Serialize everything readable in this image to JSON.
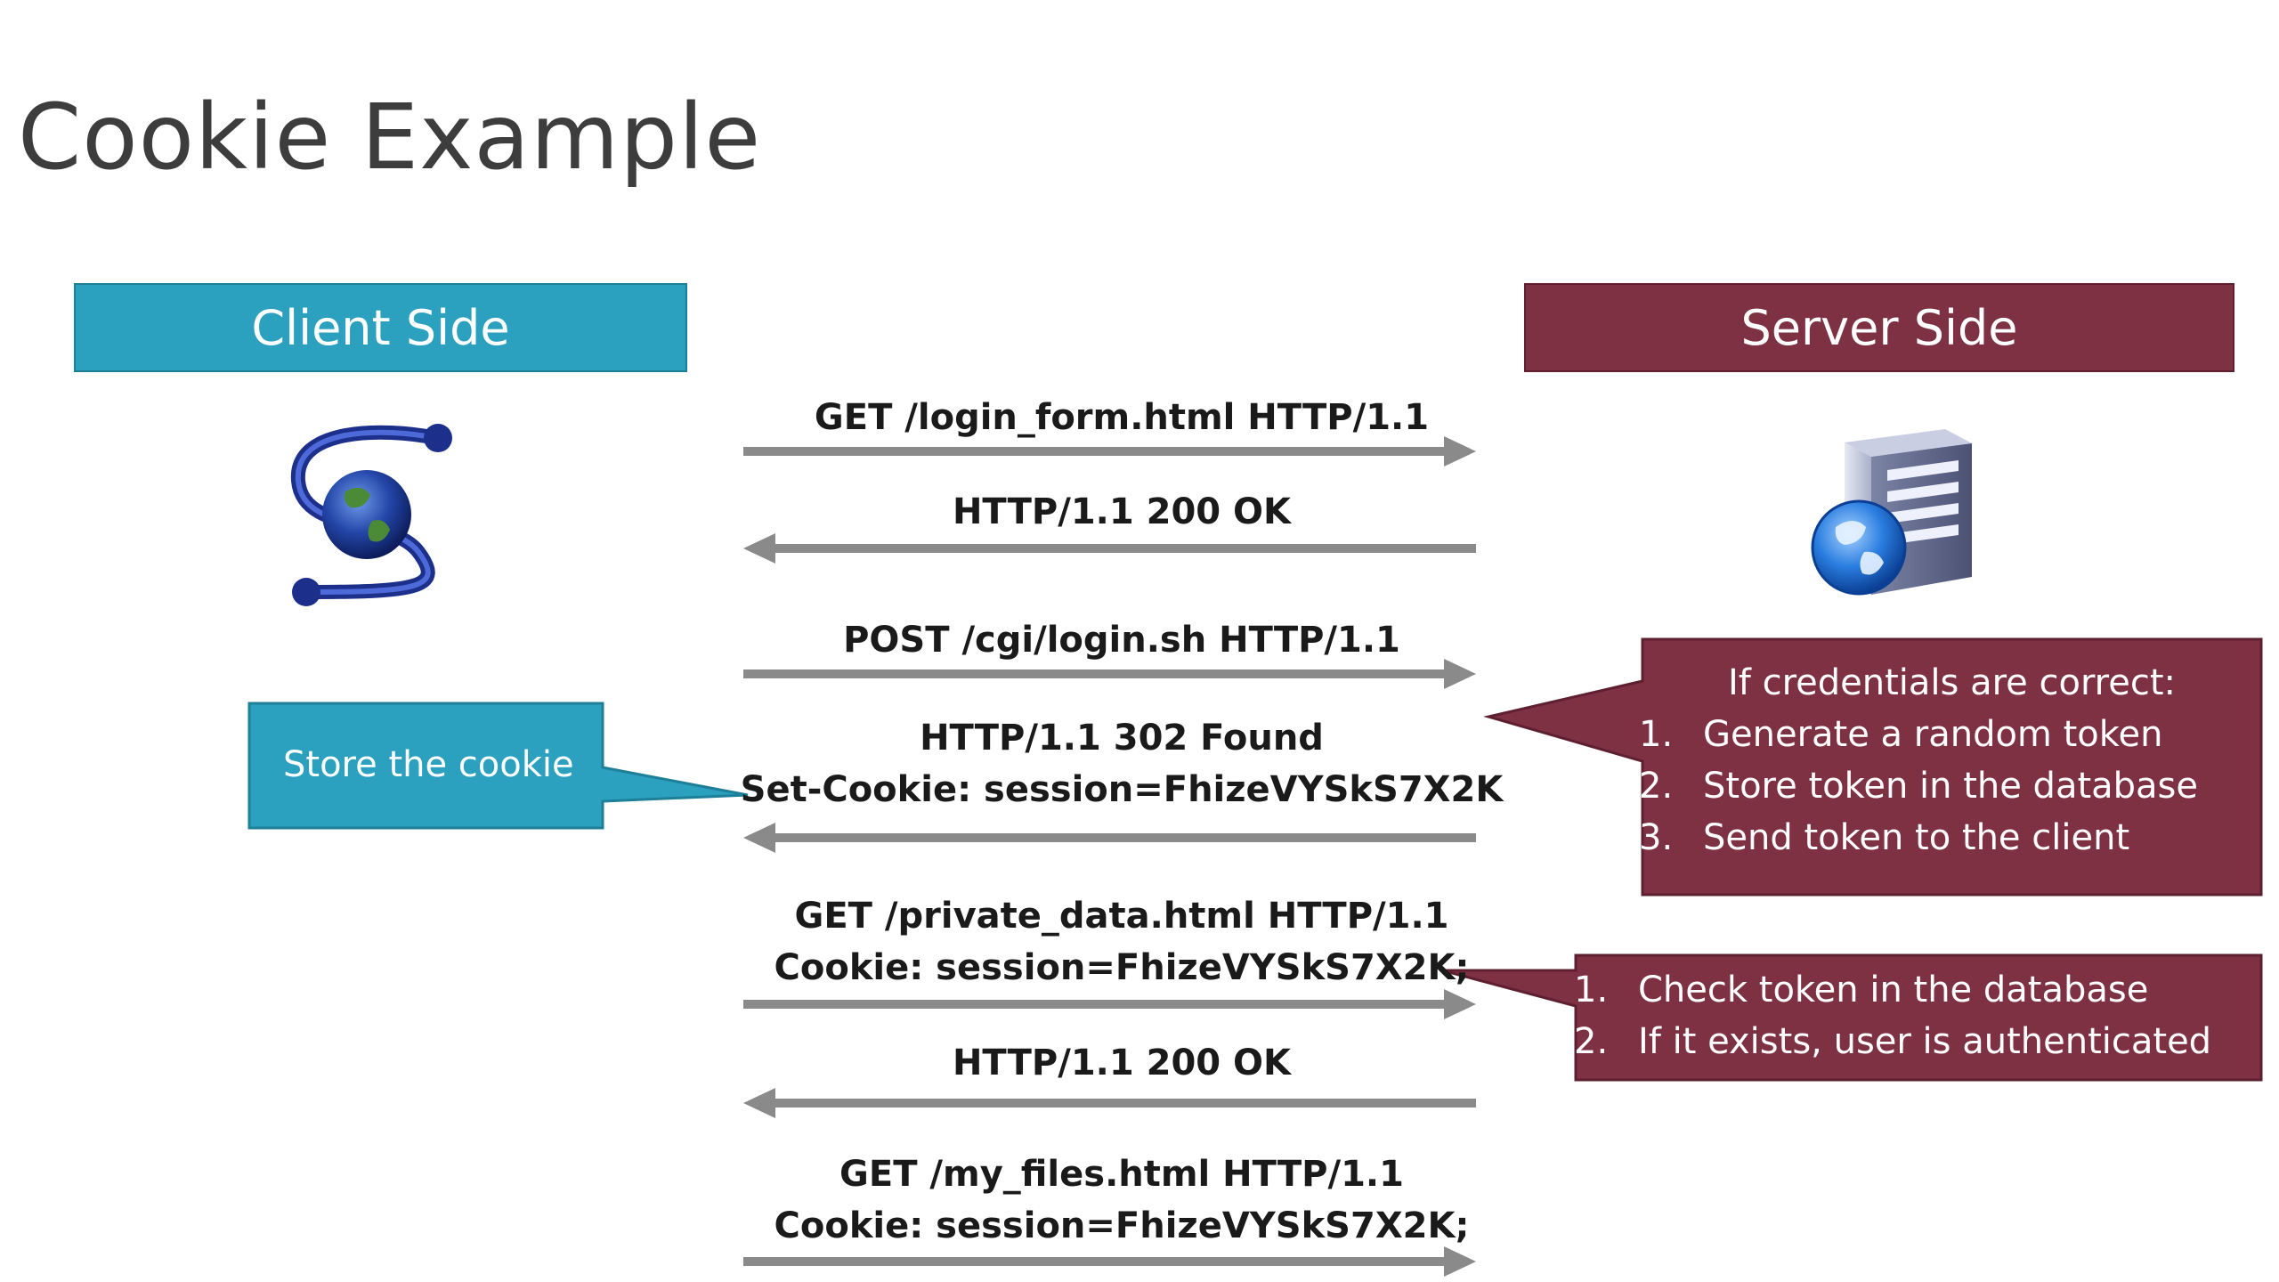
{
  "slide": {
    "title": "Cookie Example"
  },
  "headers": {
    "client": "Client Side",
    "server": "Server Side"
  },
  "messages": [
    {
      "lines": [
        "GET /login_form.html HTTP/1.1"
      ],
      "direction": "to-server"
    },
    {
      "lines": [
        "HTTP/1.1 200 OK"
      ],
      "direction": "to-client"
    },
    {
      "lines": [
        "POST /cgi/login.sh HTTP/1.1"
      ],
      "direction": "to-server"
    },
    {
      "lines": [
        "HTTP/1.1 302 Found",
        "Set-Cookie: session=FhizeVYSkS7X2K"
      ],
      "direction": "to-client"
    },
    {
      "lines": [
        "GET /private_data.html HTTP/1.1",
        "Cookie: session=FhizeVYSkS7X2K;"
      ],
      "direction": "to-server"
    },
    {
      "lines": [
        "HTTP/1.1 200 OK"
      ],
      "direction": "to-client"
    },
    {
      "lines": [
        "GET /my_files.html HTTP/1.1",
        "Cookie: session=FhizeVYSkS7X2K;"
      ],
      "direction": "to-server"
    }
  ],
  "callouts": {
    "store_cookie": "Store the cookie",
    "credentials": {
      "heading": "If credentials are correct:",
      "items": [
        {
          "num": "1.",
          "text": "Generate a random token"
        },
        {
          "num": "2.",
          "text": "Store token in the database"
        },
        {
          "num": "3.",
          "text": "Send token to the client"
        }
      ]
    },
    "check": {
      "items": [
        {
          "num": "1.",
          "text": "Check token in the database"
        },
        {
          "num": "2.",
          "text": "If it exists, user is authenticated"
        }
      ]
    }
  },
  "icons": {
    "client": "internet-client-icon",
    "server": "web-server-icon"
  },
  "colors": {
    "client": "#2ba1bf",
    "server": "#7e3143",
    "arrow": "#8a8a8a",
    "title": "#3d3d3d"
  }
}
